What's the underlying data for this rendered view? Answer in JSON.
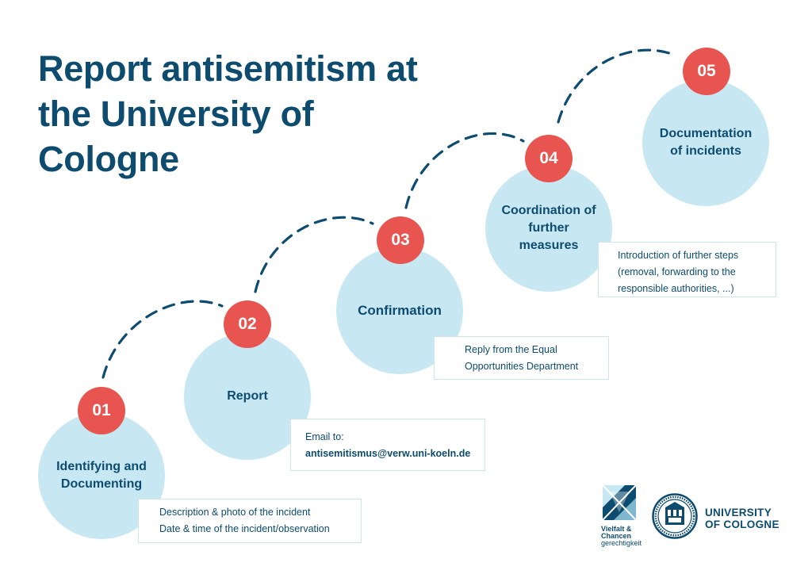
{
  "title": {
    "line1": "Report antisemitism at",
    "line2": "the University of",
    "line3": "Cologne"
  },
  "steps": [
    {
      "number": "01",
      "label_lines": [
        "Identifying and",
        "Documenting"
      ]
    },
    {
      "number": "02",
      "label_lines": [
        "Report"
      ]
    },
    {
      "number": "03",
      "label_lines": [
        "Confirmation"
      ]
    },
    {
      "number": "04",
      "label_lines": [
        "Coordination of",
        "further",
        "measures"
      ]
    },
    {
      "number": "05",
      "label_lines": [
        "Documentation",
        "of incidents"
      ]
    }
  ],
  "details": {
    "step1": [
      "Description & photo of the incident",
      "Date & time of the incident/observation"
    ],
    "step2": [
      "Email to:",
      "antisemitismus@verw.uni-koeln.de"
    ],
    "step3": [
      "Reply from the Equal",
      "Opportunities Department"
    ],
    "step4": [
      "Introduction of further steps",
      "(removal, forwarding to the",
      "responsible authorities, ...)"
    ]
  },
  "logos": {
    "vielfalt": [
      "Vielfalt &",
      "Chancen",
      "gerechtigkeit"
    ],
    "university": [
      "UNIVERSITY",
      "OF COLOGNE"
    ]
  },
  "colors": {
    "primary": "#0d4c6f",
    "circle": "#c7e8f3",
    "badge": "#e8544f",
    "box_border": "#cfe5ee"
  },
  "icons": [
    "vielfalt-logo-icon",
    "university-seal-icon"
  ]
}
